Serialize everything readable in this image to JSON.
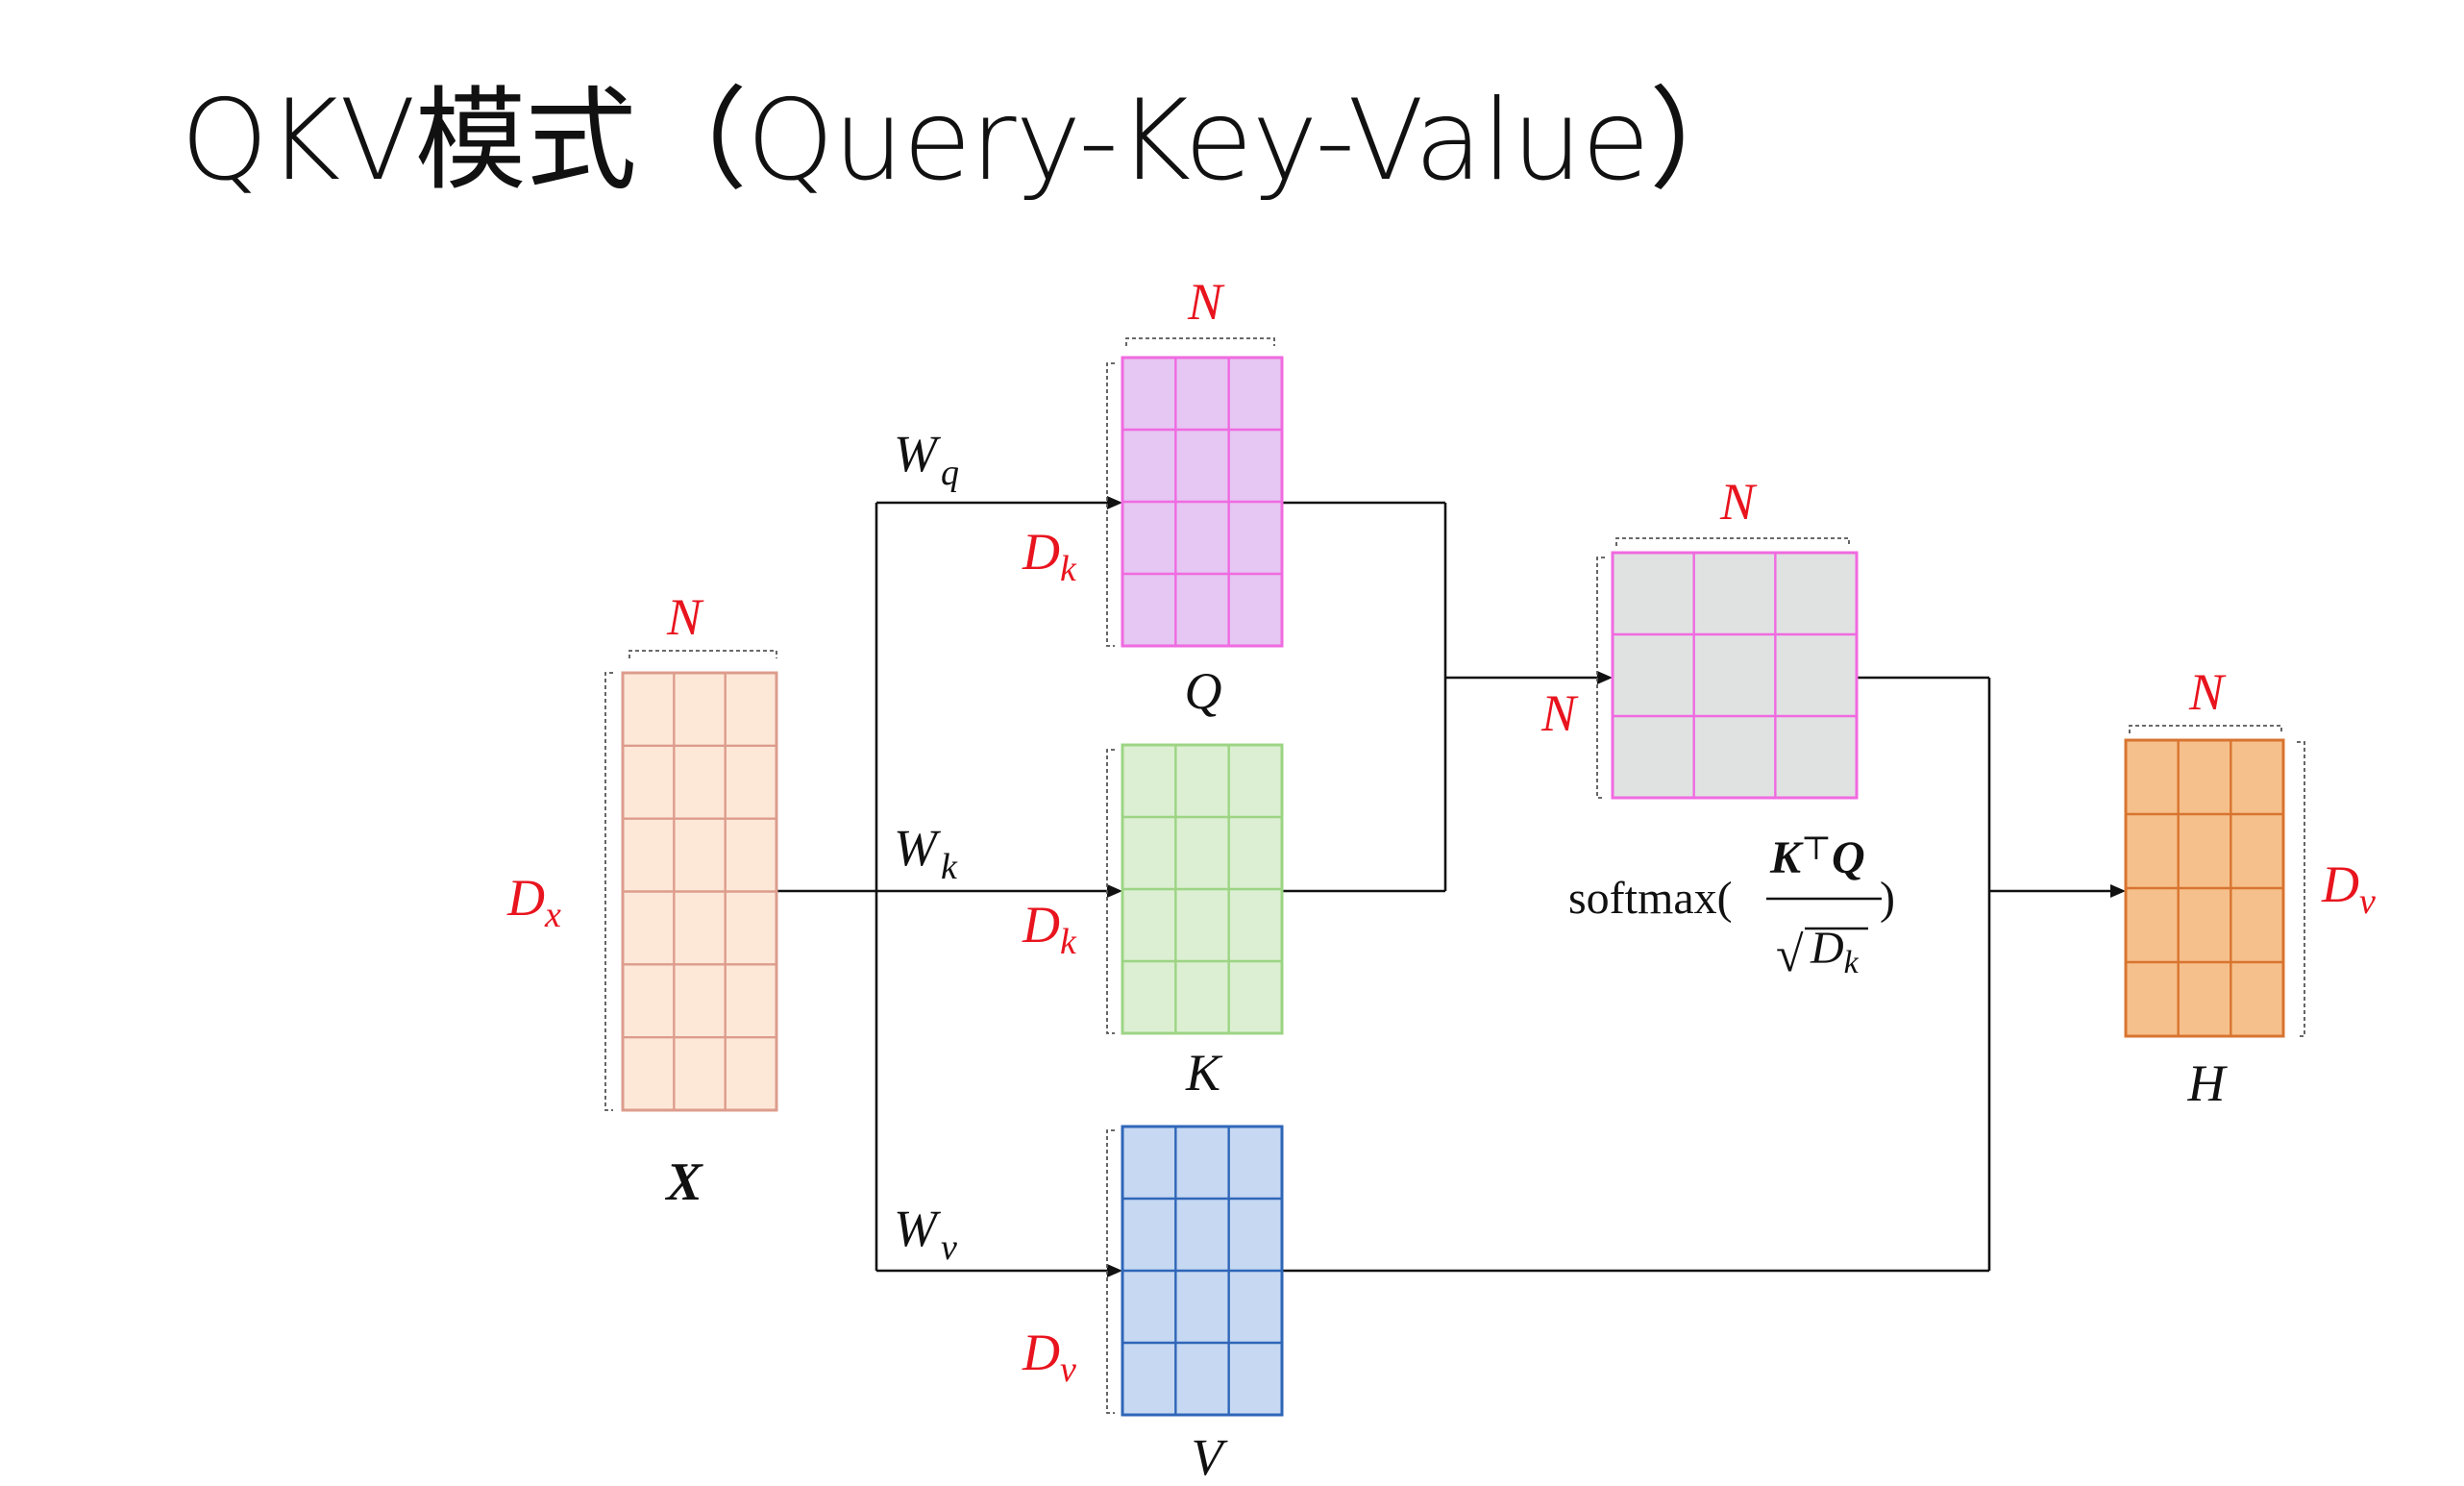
{
  "title": "QKV模式（Query-Key-Value）",
  "colors": {
    "x_fill": "#fde8d8",
    "x_line": "#dd9c8c",
    "q_fill": "#e6c6f2",
    "q_line": "#f06ae0",
    "k_fill": "#dcefd2",
    "k_line": "#9cd484",
    "v_fill": "#c6d8f2",
    "v_line": "#2f66b8",
    "s_fill": "#e0e2e2",
    "s_line": "#f06ae0",
    "h_fill": "#f6c08c",
    "h_line": "#d87430",
    "dimension_label": "#e8141e"
  },
  "matrices": {
    "x": {
      "name": "X",
      "width_label": "N",
      "height_label": "D",
      "height_sub": "x",
      "rows": 6,
      "cols": 3
    },
    "q": {
      "name": "Q",
      "width_label": "N",
      "height_label": "D",
      "height_sub": "k",
      "rows": 4,
      "cols": 3
    },
    "k": {
      "name": "K",
      "height_label": "D",
      "height_sub": "k",
      "rows": 4,
      "cols": 3
    },
    "v": {
      "name": "V",
      "height_label": "D",
      "height_sub": "v",
      "rows": 4,
      "cols": 3
    },
    "s": {
      "width_label": "N",
      "height_label": "N",
      "rows": 3,
      "cols": 3
    },
    "h": {
      "name": "H",
      "width_label": "N",
      "height_label": "D",
      "height_sub": "v",
      "rows": 4,
      "cols": 3
    }
  },
  "weights": {
    "q": {
      "main": "W",
      "sub": "q"
    },
    "k": {
      "main": "W",
      "sub": "k"
    },
    "v": {
      "main": "W",
      "sub": "v"
    }
  },
  "formula": {
    "prefix": "softmax(",
    "numerator_k": "K",
    "numerator_t": "⊤",
    "numerator_q": "Q",
    "sqrt": "√",
    "denominator": "D",
    "denominator_sub": "k",
    "suffix": ")"
  }
}
